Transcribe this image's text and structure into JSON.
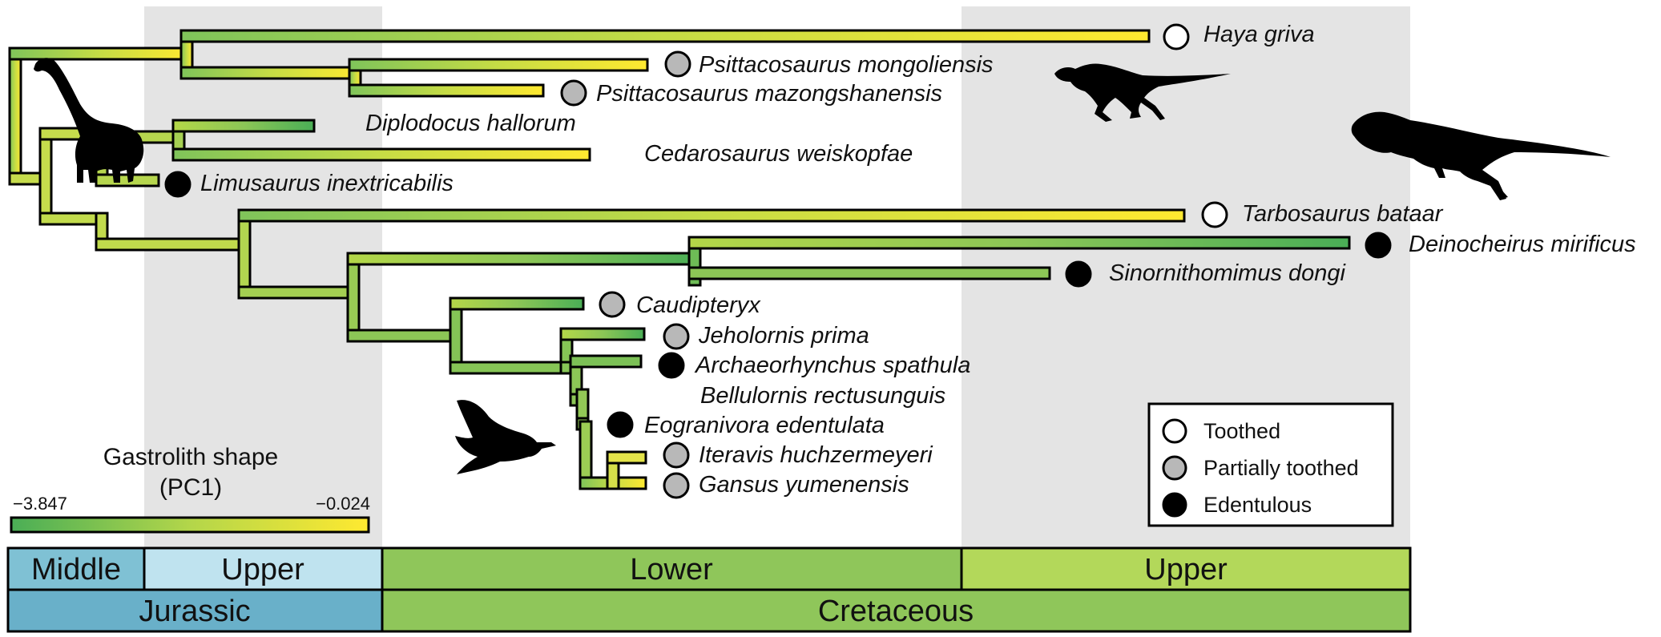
{
  "colors": {
    "shading": "#e4e4e4",
    "low": "#4aae56",
    "high": "#ffe930",
    "toothed": "#ffffff",
    "partially_toothed": "#b8b8b8",
    "edentulous": "#000000",
    "middle_jurassic": "#7fc1d4",
    "upper_jurassic": "#bfe3ef",
    "jurassic": "#69b0c9",
    "lower_cretaceous": "#8fc65a",
    "upper_cretaceous": "#b3d85a",
    "cretaceous": "#8fc65a"
  },
  "taxa": {
    "haya": {
      "name": "Haya griva",
      "status": "toothed"
    },
    "psitt_mong": {
      "name": "Psittacosaurus mongoliensis",
      "status": "partially_toothed"
    },
    "psitt_maz": {
      "name": "Psittacosaurus mazongshanensis",
      "status": "partially_toothed"
    },
    "diplodocus": {
      "name": "Diplodocus hallorum",
      "status": "none"
    },
    "cedaro": {
      "name": "Cedarosaurus weiskopfae",
      "status": "none"
    },
    "limusaurus": {
      "name": "Limusaurus inextricabilis",
      "status": "edentulous"
    },
    "tarbosaurus": {
      "name": "Tarbosaurus bataar",
      "status": "toothed"
    },
    "deinocheirus": {
      "name": "Deinocheirus mirificus",
      "status": "edentulous"
    },
    "sinornithomimus": {
      "name": "Sinornithomimus dongi",
      "status": "edentulous"
    },
    "caudipteryx": {
      "name": "Caudipteryx",
      "status": "partially_toothed"
    },
    "jeholornis": {
      "name": "Jeholornis prima",
      "status": "partially_toothed"
    },
    "archaeorhynchus": {
      "name": "Archaeorhynchus spathula",
      "status": "edentulous"
    },
    "bellulornis": {
      "name": "Bellulornis rectusunguis",
      "status": "none"
    },
    "eogranivora": {
      "name": "Eogranivora edentulata",
      "status": "edentulous"
    },
    "iteravis": {
      "name": "Iteravis huchzermeyeri",
      "status": "partially_toothed"
    },
    "gansus": {
      "name": "Gansus yumenensis",
      "status": "partially_toothed"
    }
  },
  "legend": {
    "toothed": "Toothed",
    "partially_toothed": "Partially toothed",
    "edentulous": "Edentulous"
  },
  "colorbar": {
    "title_line1": "Gastrolith shape",
    "title_line2": "(PC1)",
    "min_label": "−3.847",
    "max_label": "−0.024",
    "min": -3.847,
    "max": -0.024
  },
  "timescale": {
    "epochs": {
      "middle": "Middle",
      "upper_jurassic": "Upper",
      "lower": "Lower",
      "upper_cretaceous": "Upper"
    },
    "periods": {
      "jurassic": "Jurassic",
      "cretaceous": "Cretaceous"
    }
  },
  "silhouettes": [
    "sauropod-silhouette",
    "theropod-silhouette",
    "tyrannosaur-silhouette",
    "duck-silhouette"
  ]
}
